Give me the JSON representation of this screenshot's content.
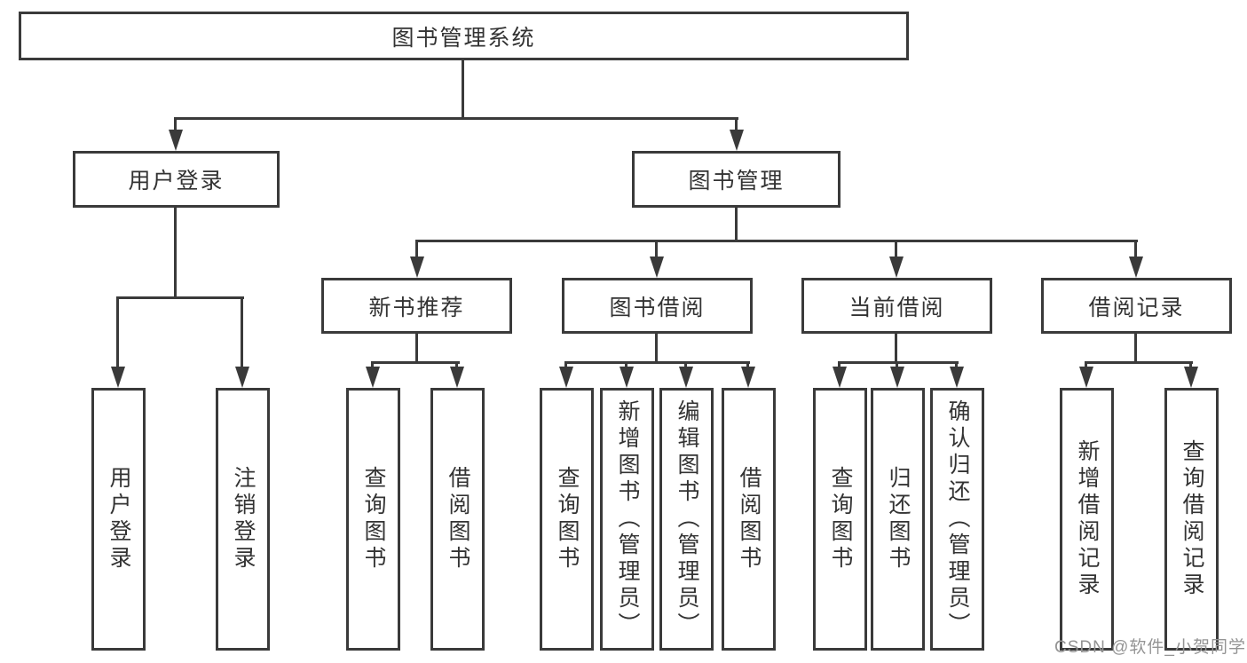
{
  "colors": {
    "line": "#3a3a3a",
    "text": "#333333",
    "background": "#ffffff",
    "watermark": "#949494"
  },
  "nodes": {
    "root": "图书管理系统",
    "user_login": "用户登录",
    "book_mgmt": "图书管理",
    "new_book_rec": "新书推荐",
    "book_borrow": "图书借阅",
    "current_borrow": "当前借阅",
    "borrow_record": "借阅记录",
    "leaf_user_login": "用户登录",
    "leaf_logout": "注销登录",
    "leaf_rec_query": "查询图书",
    "leaf_rec_borrow": "借阅图书",
    "leaf_bb_query": "查询图书",
    "leaf_bb_add": "新增图书（管理员）",
    "leaf_bb_edit": "编辑图书（管理员）",
    "leaf_bb_borrow": "借阅图书",
    "leaf_cb_query": "查询图书",
    "leaf_cb_return": "归还图书",
    "leaf_cb_confirm": "确认归还（管理员）",
    "leaf_br_add": "新增借阅记录",
    "leaf_br_query": "查询借阅记录"
  },
  "hierarchy": {
    "图书管理系统": {
      "用户登录": [
        "用户登录",
        "注销登录"
      ],
      "图书管理": {
        "新书推荐": [
          "查询图书",
          "借阅图书"
        ],
        "图书借阅": [
          "查询图书",
          "新增图书（管理员）",
          "编辑图书（管理员）",
          "借阅图书"
        ],
        "当前借阅": [
          "查询图书",
          "归还图书",
          "确认归还（管理员）"
        ],
        "借阅记录": [
          "新增借阅记录",
          "查询借阅记录"
        ]
      }
    }
  },
  "watermark": {
    "text": "CSDN @软件_小贺同学"
  }
}
